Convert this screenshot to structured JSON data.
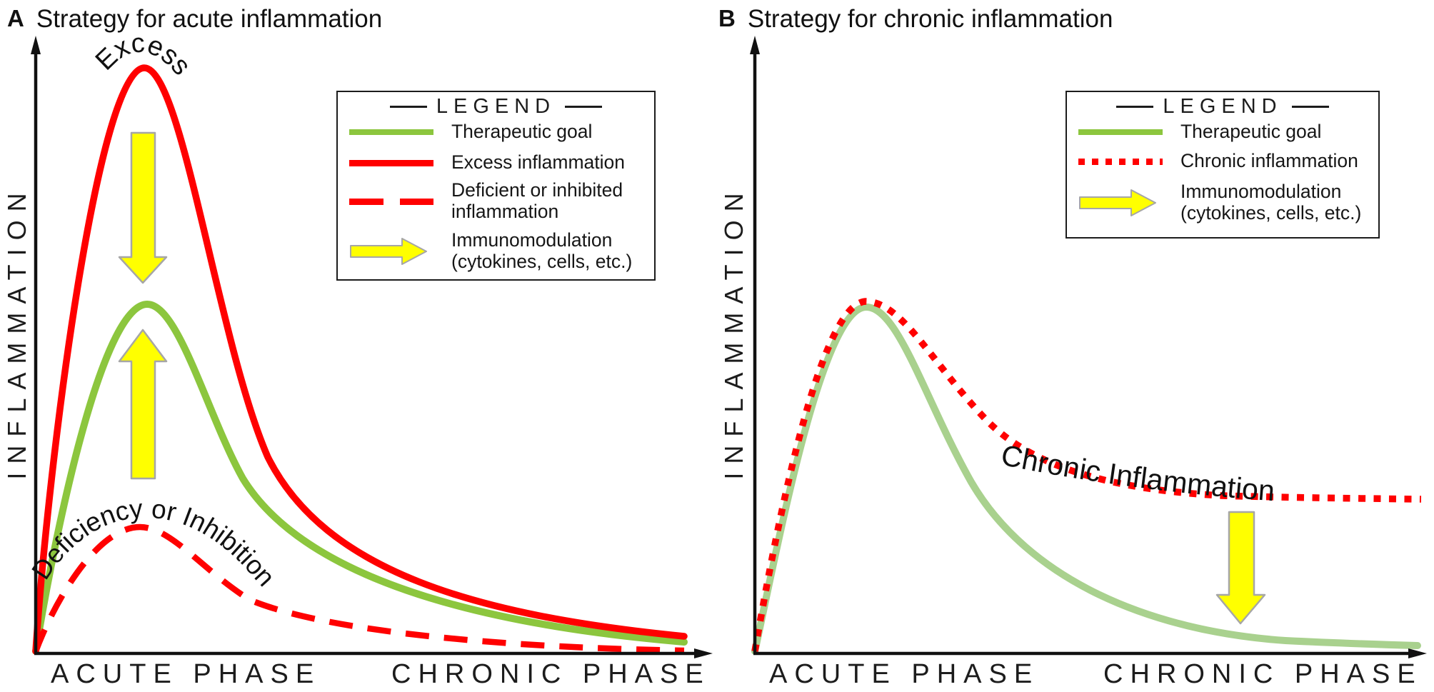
{
  "figure": {
    "panels": [
      {
        "label": "A",
        "title": "Strategy for acute inflammation",
        "y_axis": "INFLAMMATION",
        "x_axis": [
          "ACUTE PHASE",
          "CHRONIC PHASE"
        ],
        "annotations": {
          "excess": "Excess",
          "deficiency": "Deficiency or Inhibition"
        },
        "legend": {
          "title": "LEGEND",
          "items": [
            {
              "swatch": "green-solid-line",
              "label": "Therapeutic goal"
            },
            {
              "swatch": "red-solid-line",
              "label": "Excess inflammation"
            },
            {
              "swatch": "red-dashed-line",
              "label": "Deficient or inhibited inflammation"
            },
            {
              "swatch": "yellow-arrow",
              "label": "Immunomodulation (cytokines, cells, etc.)"
            }
          ]
        }
      },
      {
        "label": "B",
        "title": "Strategy for chronic inflammation",
        "y_axis": "INFLAMMATION",
        "x_axis": [
          "ACUTE PHASE",
          "CHRONIC PHASE"
        ],
        "annotations": {
          "chronic": "Chronic Inflammation"
        },
        "legend": {
          "title": "LEGEND",
          "items": [
            {
              "swatch": "green-solid-line",
              "label": "Therapeutic goal"
            },
            {
              "swatch": "red-dotted-line",
              "label": "Chronic inflammation"
            },
            {
              "swatch": "yellow-arrow",
              "label": "Immunomodulation (cytokines, cells, etc.)"
            }
          ]
        }
      }
    ]
  },
  "colors": {
    "therapeutic_green": "#8CC63E",
    "therapeutic_green_soft": "#A9D18E",
    "inflammation_red": "#FF0000",
    "arrow_yellow": "#FFFF00",
    "arrow_outline_gray": "#A6A6A6",
    "axis_black": "#111111"
  },
  "chart_data": [
    {
      "type": "line",
      "title": "Strategy for acute inflammation",
      "xlabel": "ACUTE PHASE / CHRONIC PHASE (time, unlabeled qualitative axis)",
      "ylabel": "INFLAMMATION (qualitative, no ticks)",
      "grid": false,
      "legend_position": "upper right box",
      "series": [
        {
          "name": "Excess inflammation",
          "style": "red solid",
          "shape": "steep rise to high peak (~95% of axis height) early in acute phase, long decay toward zero in chronic phase"
        },
        {
          "name": "Therapeutic goal",
          "style": "green solid",
          "shape": "rise to moderate peak (~57% height) at same time point, decay toward zero"
        },
        {
          "name": "Deficient or inhibited inflammation",
          "style": "red dashed",
          "shape": "rise to low peak (~21% height), decay toward zero"
        }
      ],
      "annotations": [
        "Yellow down arrow from excess curve peak toward therapeutic goal peak",
        "Yellow up arrow from deficient curve toward therapeutic goal peak",
        "Curved label 'Excess' above red peak",
        "Curved label 'Deficiency or Inhibition' along dashed curve"
      ]
    },
    {
      "type": "line",
      "title": "Strategy for chronic inflammation",
      "xlabel": "ACUTE PHASE / CHRONIC PHASE (time, unlabeled qualitative axis)",
      "ylabel": "INFLAMMATION (qualitative, no ticks)",
      "grid": false,
      "legend_position": "upper right box",
      "series": [
        {
          "name": "Chronic inflammation",
          "style": "red dotted",
          "shape": "rises with therapeutic curve to peak (~57% height), then plateaus at elevated level (~25% height) through chronic phase"
        },
        {
          "name": "Therapeutic goal",
          "style": "green solid",
          "shape": "rise to peak (~57% height) in acute phase, decays toward zero in chronic phase"
        }
      ],
      "annotations": [
        "Yellow down arrow from chronic inflammation plateau toward therapeutic goal curve",
        "Tilted label 'Chronic Inflammation' above dotted plateau"
      ]
    }
  ]
}
